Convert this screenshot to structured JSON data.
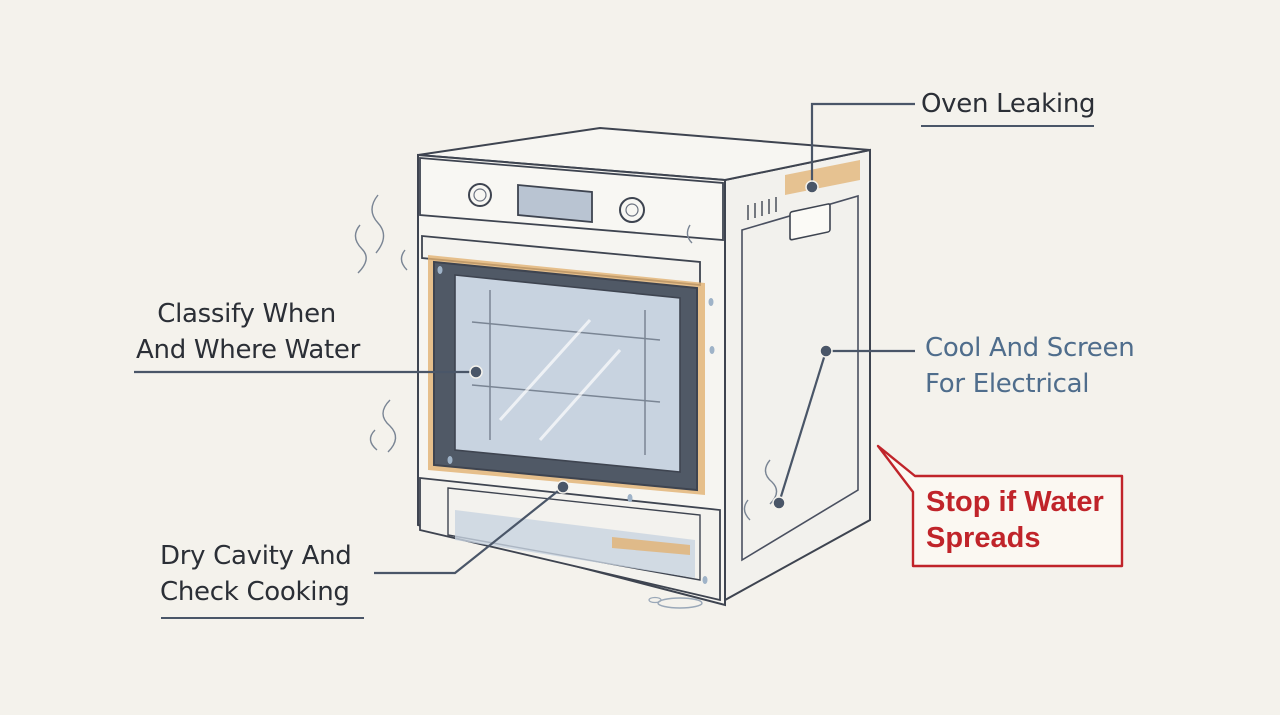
{
  "labels": {
    "oven_leaking": "Oven Leaking",
    "classify": {
      "line1": "Classify When",
      "line2": "And Where Water"
    },
    "cool_screen": {
      "line1": "Cool And Screen",
      "line2": "For Electrical"
    },
    "dry_cavity": {
      "line1": "Dry Cavity And",
      "line2": "Check Cooking"
    },
    "warning": {
      "line1": "Stop if Water",
      "line2": "Spreads"
    }
  },
  "colors": {
    "background": "#f4f2ec",
    "ink": "#2b2f36",
    "leader_line": "#4a5668",
    "gasket_highlight": "#e2b172",
    "warning_red": "#c0242a",
    "electrical_blue": "#4f6d8c",
    "glass": "#c8d3e0"
  }
}
